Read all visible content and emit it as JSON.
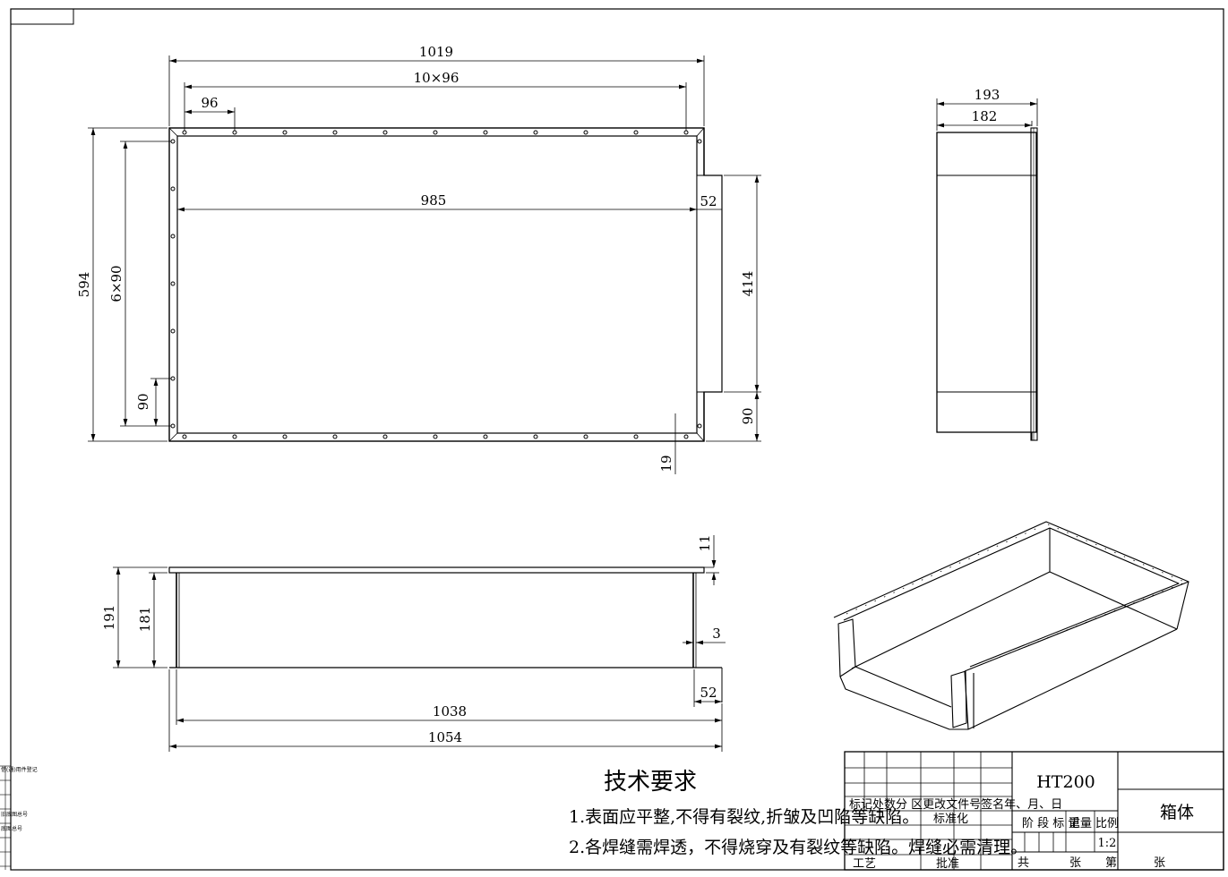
{
  "dims": {
    "overall_width": "1019",
    "hole_span": "10×96",
    "hole_pitch": "96",
    "inner_width": "985",
    "flange_52_top": "52",
    "overall_height": "594",
    "vertical_span": "6×90",
    "hole_offset_left": "90",
    "opening_height": "414",
    "opening_offset": "90",
    "flange_19": "19",
    "side_193": "193",
    "side_182": "182",
    "front_191": "191",
    "front_181": "181",
    "front_11": "11",
    "front_3": "3",
    "front_52": "52",
    "front_1038": "1038",
    "front_1054": "1054"
  },
  "requirements": {
    "title": "技术要求",
    "item1": "1.表面应平整,不得有裂纹,折皱及凹陷等缺陷。",
    "item2": "2.各焊缝需焊透，不得烧穿及有裂纹等缺陷。焊缝必需清理。"
  },
  "title_block": {
    "material": "HT200",
    "part_name": "箱体",
    "row_header": "标记处数分  区更改文件号签名年、月、日",
    "standardize": "标准化",
    "stage": "阶 段 标 记",
    "weight": "重量",
    "scale_label": "比例",
    "scale": "1:2",
    "process": "工艺",
    "approve": "批准",
    "total": "共",
    "sheets": "张",
    "sheet_no": "第",
    "sheets2": "张"
  },
  "margin": {
    "a": "借(通)用件登记",
    "b": "旧底图总号",
    "c": "底图总号"
  }
}
